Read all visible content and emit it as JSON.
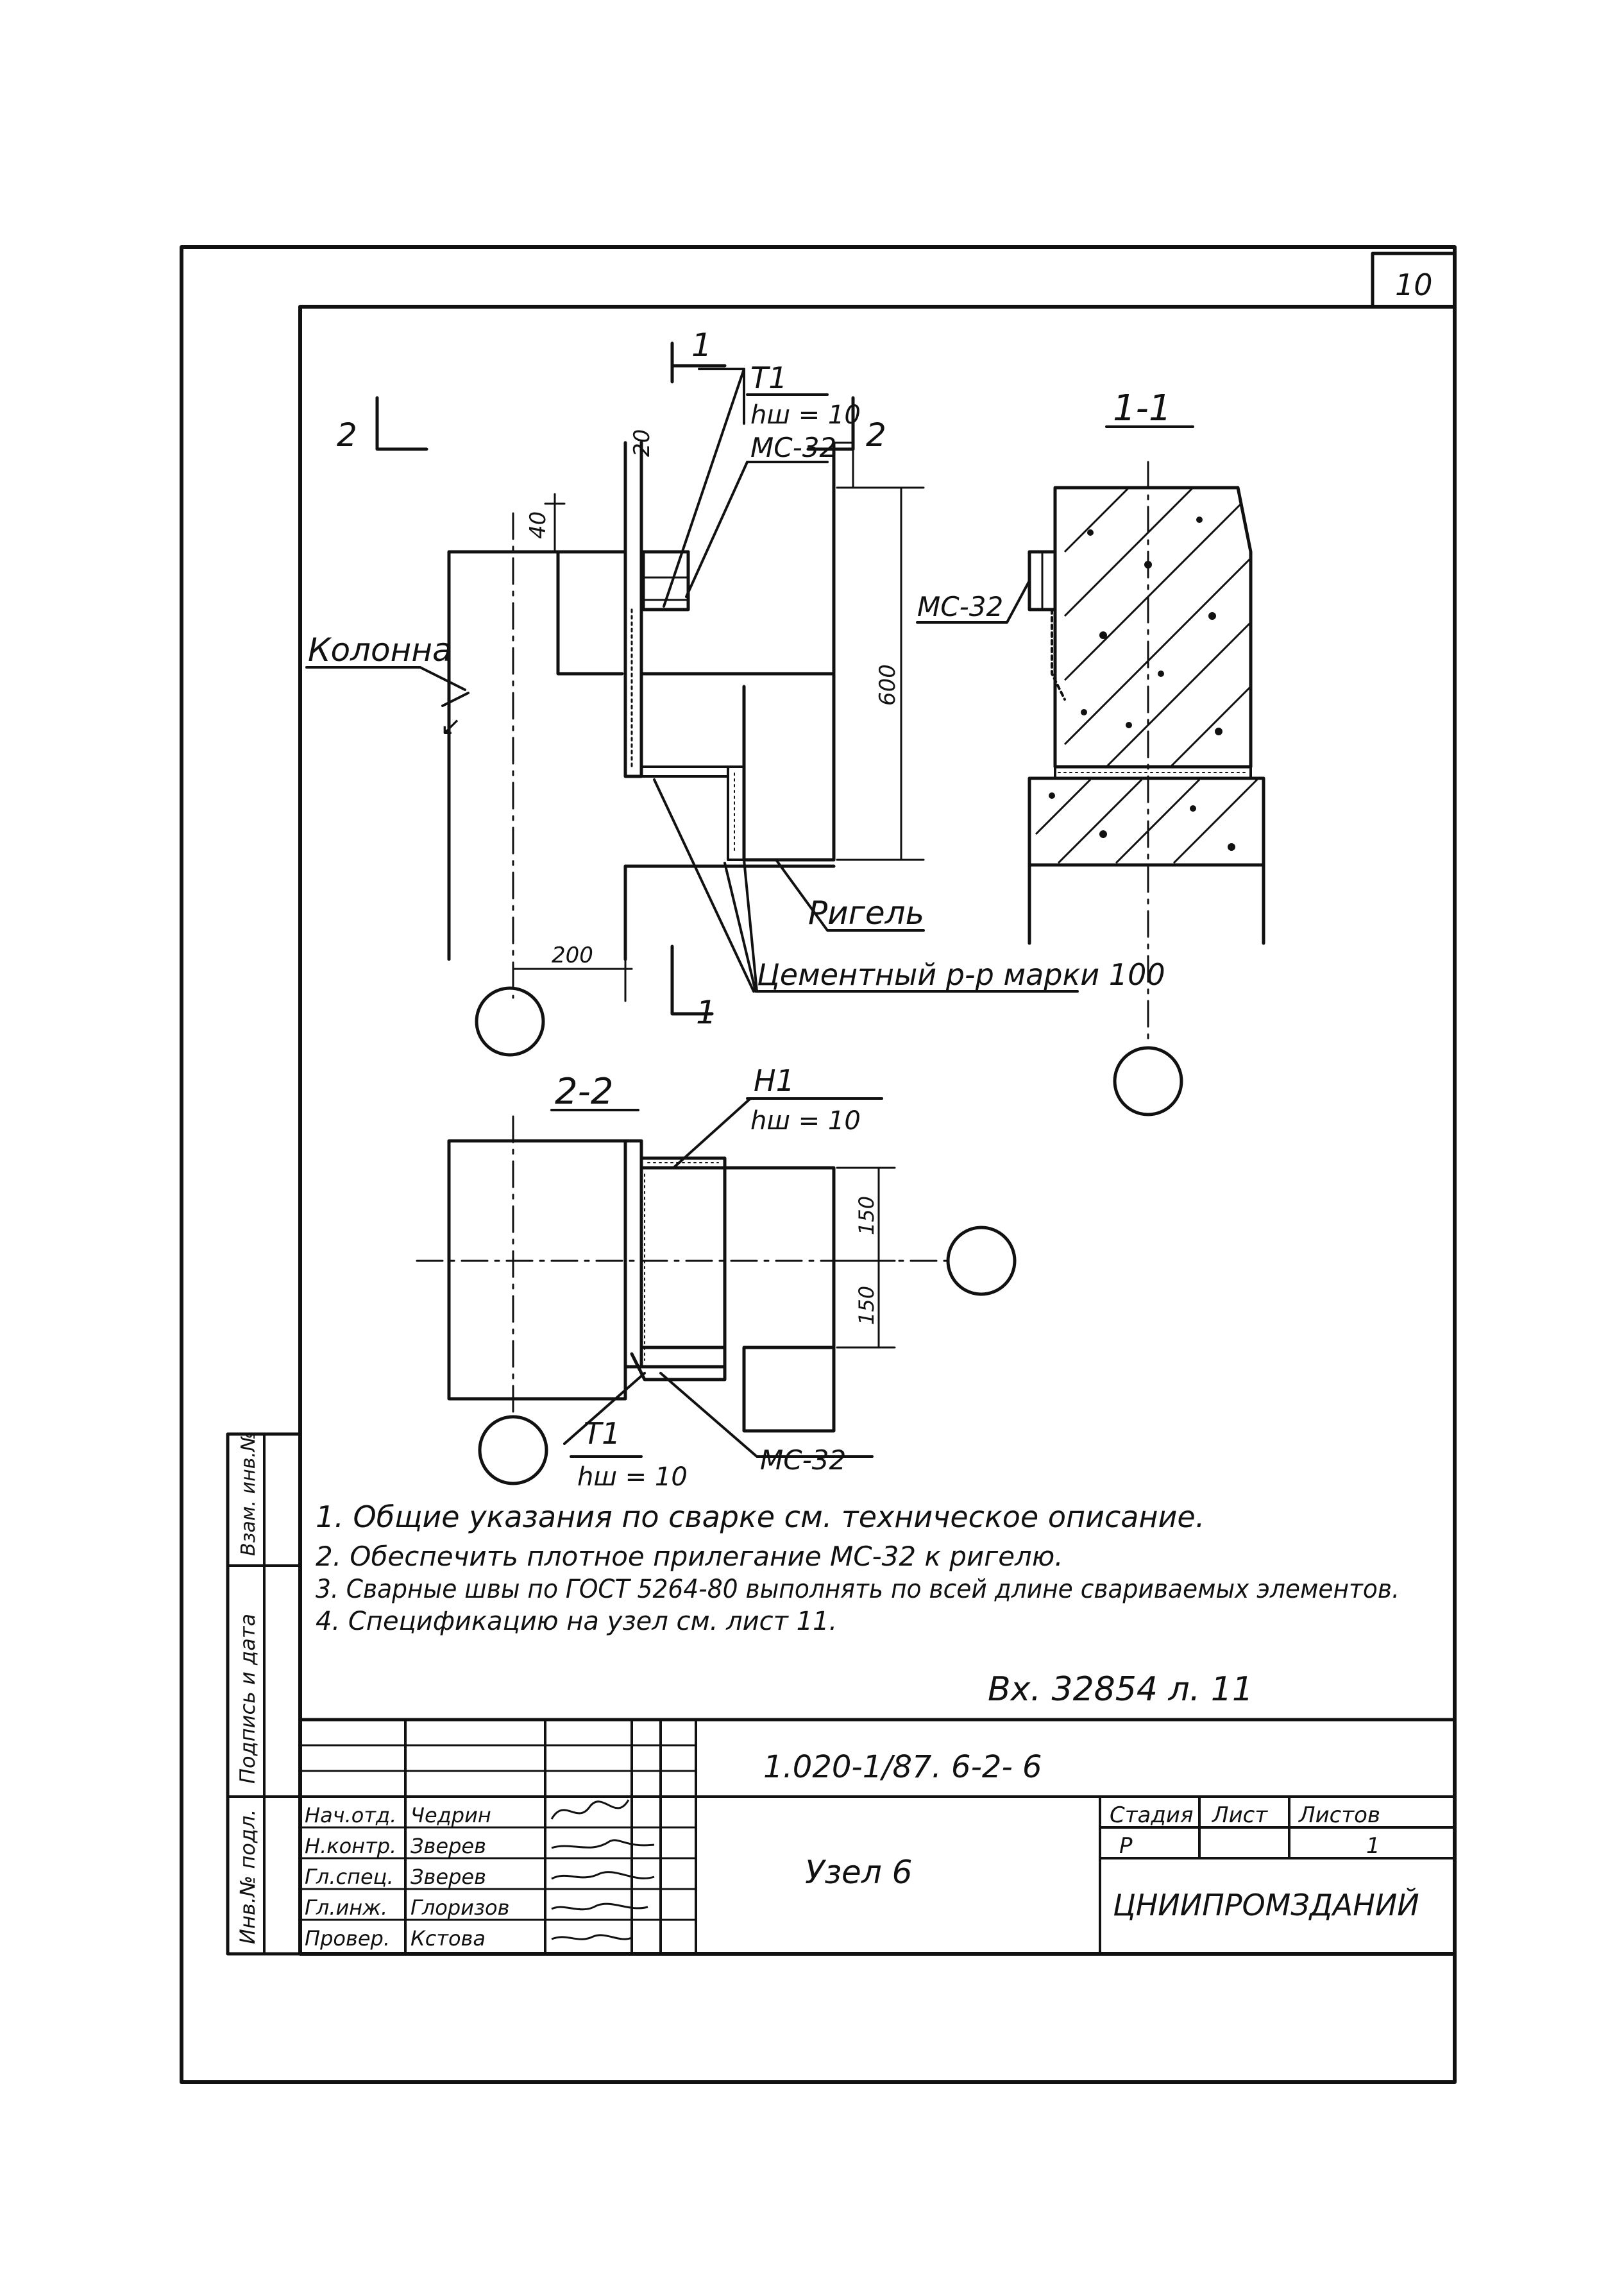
{
  "sheet": {
    "page_number": "10",
    "archive_stamp": "Вх. 32854 л. 11"
  },
  "labels": {
    "section_cut_1": "1",
    "section_cut_2": "2",
    "weld_t1": "Т1",
    "weld_h1": "Н1",
    "weld_leg": "hш = 10",
    "plate": "МС-32",
    "column": "Колонна",
    "beam": "Ригель",
    "mortar": "Цементный р-р марки 100",
    "section_1_title": "1-1",
    "section_2_title": "2-2",
    "dim_gap": "20",
    "dim_top": "40",
    "dim_height": "600",
    "dim_bottom": "200",
    "dim_150_a": "150",
    "dim_150_b": "150"
  },
  "notes": [
    "1. Общие указания по сварке см. техническое описание.",
    "2. Обеспечить плотное прилегание МС-32 к ригелю.",
    "3. Сварные швы по ГОСТ 5264-80 выполнять по всей длине свариваемых элементов.",
    "4. Спецификацию на узел см. лист 11."
  ],
  "title_block": {
    "document_code": "1.020-1/87. 6-2- 6",
    "drawing_title": "Узел 6",
    "organization": "ЦНИИПРОМЗДАНИЙ",
    "stage_header": "Стадия",
    "sheet_header": "Лист",
    "sheets_header": "Листов",
    "stage_value": "Р",
    "sheets_value": "1",
    "roles": [
      {
        "role": "Нач.отд.",
        "name": "Чедрин"
      },
      {
        "role": "Н.контр.",
        "name": "Зверев"
      },
      {
        "role": "Гл.спец.",
        "name": "Зверев"
      },
      {
        "role": "Гл.инж.",
        "name": "Глоризов"
      },
      {
        "role": "Провер.",
        "name": "Кстова"
      }
    ]
  },
  "side_stamp": {
    "inventory_no": "Инв.№ подл.",
    "signature_date": "Подпись и дата",
    "replaced_inv": "Взам. инв.№"
  }
}
